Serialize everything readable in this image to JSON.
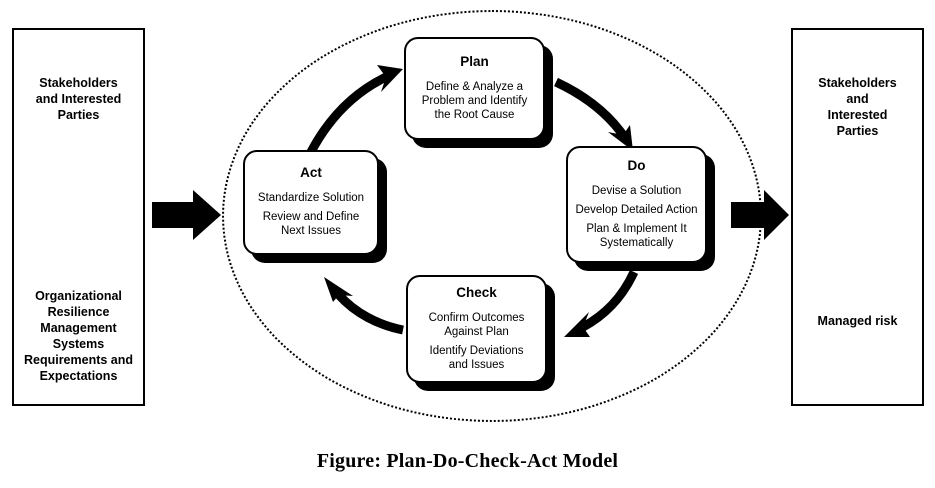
{
  "figure": {
    "caption": "Figure: Plan-Do-Check-Act Model",
    "boundary_label": "organizational-boundary-ellipse"
  },
  "left_context": {
    "top_text": "Stakeholders\nand Interested\nParties",
    "bottom_text": "Organizational\nResilience\nManagement\nSystems\nRequirements and\nExpectations"
  },
  "right_context": {
    "top_text": "Stakeholders\nand\nInterested\nParties",
    "bottom_text": "Managed risk"
  },
  "stages": {
    "plan": {
      "title": "Plan",
      "lines": [
        "Define & Analyze a\nProblem and Identify\nthe Root Cause"
      ]
    },
    "do": {
      "title": "Do",
      "lines": [
        "Devise a Solution",
        "Develop Detailed Action",
        "Plan & Implement It\nSystematically"
      ]
    },
    "check": {
      "title": "Check",
      "lines": [
        "Confirm Outcomes\nAgainst Plan",
        "Identify Deviations\nand Issues"
      ]
    },
    "act": {
      "title": "Act",
      "lines": [
        "Standardize Solution",
        "Review and Define\nNext Issues"
      ]
    }
  },
  "arrows": {
    "input_arrow": "input-block-arrow",
    "output_arrow": "output-block-arrow",
    "act_to_plan": "act-to-plan-curved-arrow",
    "plan_to_do": "plan-to-do-curved-arrow",
    "do_to_check": "do-to-check-curved-arrow",
    "check_to_act": "check-to-act-curved-arrow"
  },
  "colors": {
    "stroke": "#000000",
    "background": "#ffffff",
    "shadow": "#000000"
  }
}
